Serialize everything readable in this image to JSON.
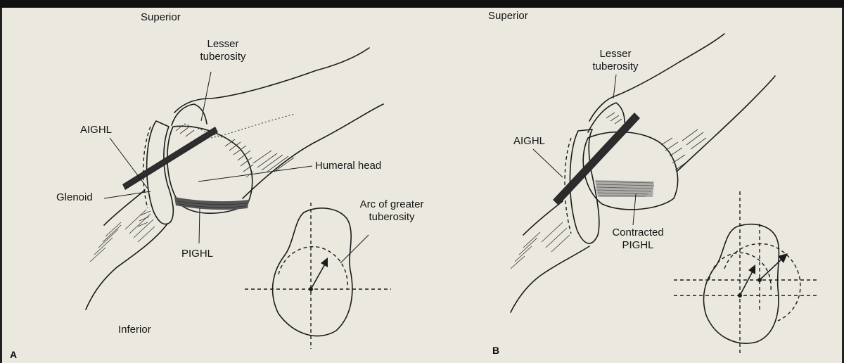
{
  "panel_a": {
    "letter": "A",
    "labels": {
      "superior": "Superior",
      "lesser_tuberosity": [
        "Lesser",
        "tuberosity"
      ],
      "aighl": "AIGHL",
      "glenoid": "Glenoid",
      "humeral_head": "Humeral head",
      "arc_greater_tuberosity": [
        "Arc of greater",
        "tuberosity"
      ],
      "pighl": "PIGHL",
      "inferior": "Inferior"
    }
  },
  "panel_b": {
    "letter": "B",
    "labels": {
      "superior": "Superior",
      "lesser_tuberosity": [
        "Lesser",
        "tuberosity"
      ],
      "aighl": "AIGHL",
      "contracted_pighl": [
        "Contracted",
        "PIGHL"
      ]
    }
  }
}
